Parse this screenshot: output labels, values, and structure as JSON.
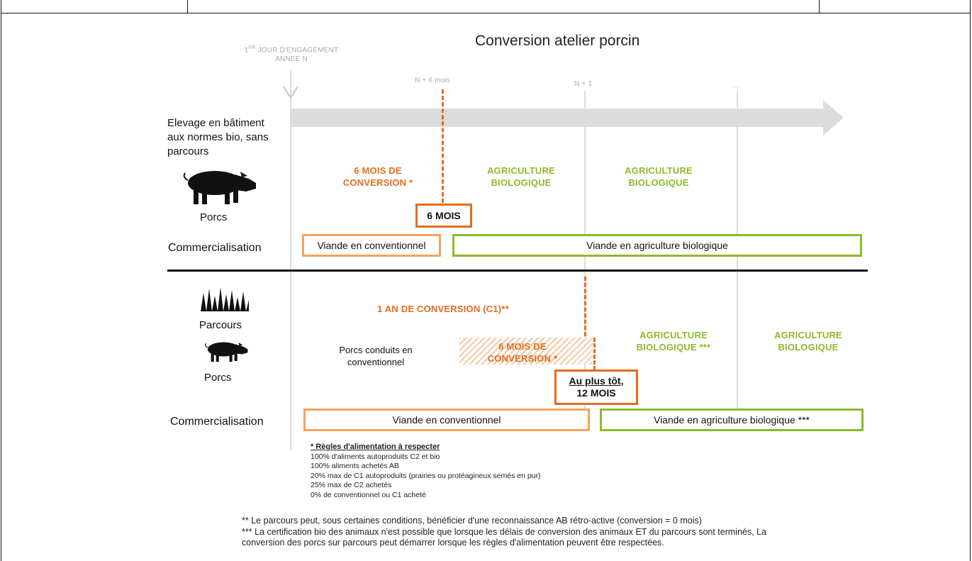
{
  "diagram": {
    "title": "Conversion atelier porcin",
    "start_label": {
      "prefix": "1",
      "sup": "ER",
      "line1_rest": " JOUR D'ENGAGEMENT",
      "line2": "ANNEE N"
    },
    "timeline_labels": {
      "n6": "N + 6 mois",
      "n1": "N + 1",
      "dots": "..."
    },
    "section1": {
      "description": "Elevage en bâtiment aux normes bio, sans parcours",
      "animal_label": "Porcs",
      "conversion_line1": "6 MOIS DE",
      "conversion_line2": "CONVERSION *",
      "bio1_line1": "AGRICULTURE",
      "bio1_line2": "BIOLOGIQUE",
      "bio2_line1": "AGRICULTURE",
      "bio2_line2": "BIOLOGIQUE",
      "marker": "6 MOIS",
      "commercialisation_label": "Commercialisation",
      "conv_box": "Viande en conventionnel",
      "bio_box": "Viande en agriculture biologique"
    },
    "section2": {
      "parcours_label": "Parcours",
      "animal_label": "Porcs",
      "conversion_c1": "1 AN DE CONVERSION (C1)**",
      "conventional_line1": "Porcs conduits en",
      "conventional_line2": "conventionnel",
      "conversion_line1": "6 MOIS DE",
      "conversion_line2": "CONVERSION *",
      "bio1_line1": "AGRICULTURE",
      "bio1_line2": "BIOLOGIQUE ***",
      "bio2_line1": "AGRICULTURE",
      "bio2_line2": "BIOLOGIQUE",
      "marker_line1": "Au plus tôt,",
      "marker_line2": "12 MOIS",
      "commercialisation_label": "Commercialisation",
      "conv_box": "Viande en conventionnel",
      "bio_box": "Viande en agriculture biologique ***"
    },
    "feeding_rules": {
      "heading": "* Règles d'alimentation à respecter",
      "items": [
        "100% d'aliments autoproduits C2 et bio",
        "100% aliments achetés AB",
        "20% max de C1 autoproduits (prairies ou protéagineux semés en pur)",
        "25% max de C2 achetés",
        "0% de conventionnel ou C1 acheté"
      ]
    },
    "footnotes": [
      "** Le parcours peut, sous certaines conditions, bénéficier d'une reconnaissance AB rétro-active (conversion = 0 mois)",
      "*** La certification bio des animaux n'est possible que lorsque les délais de conversion des animaux ET du parcours sont terminés, La",
      "conversion des porcs sur parcours peut démarrer lorsque les règles d'alimentation peuvent être respectées."
    ],
    "colors": {
      "orange": "#e36c1f",
      "light_orange": "#f4a261",
      "green": "#8dba2a",
      "grey": "#dcdcdc"
    },
    "icons": [
      "pig-icon",
      "grass-icon",
      "down-arrow-icon",
      "timeline-arrow"
    ]
  }
}
